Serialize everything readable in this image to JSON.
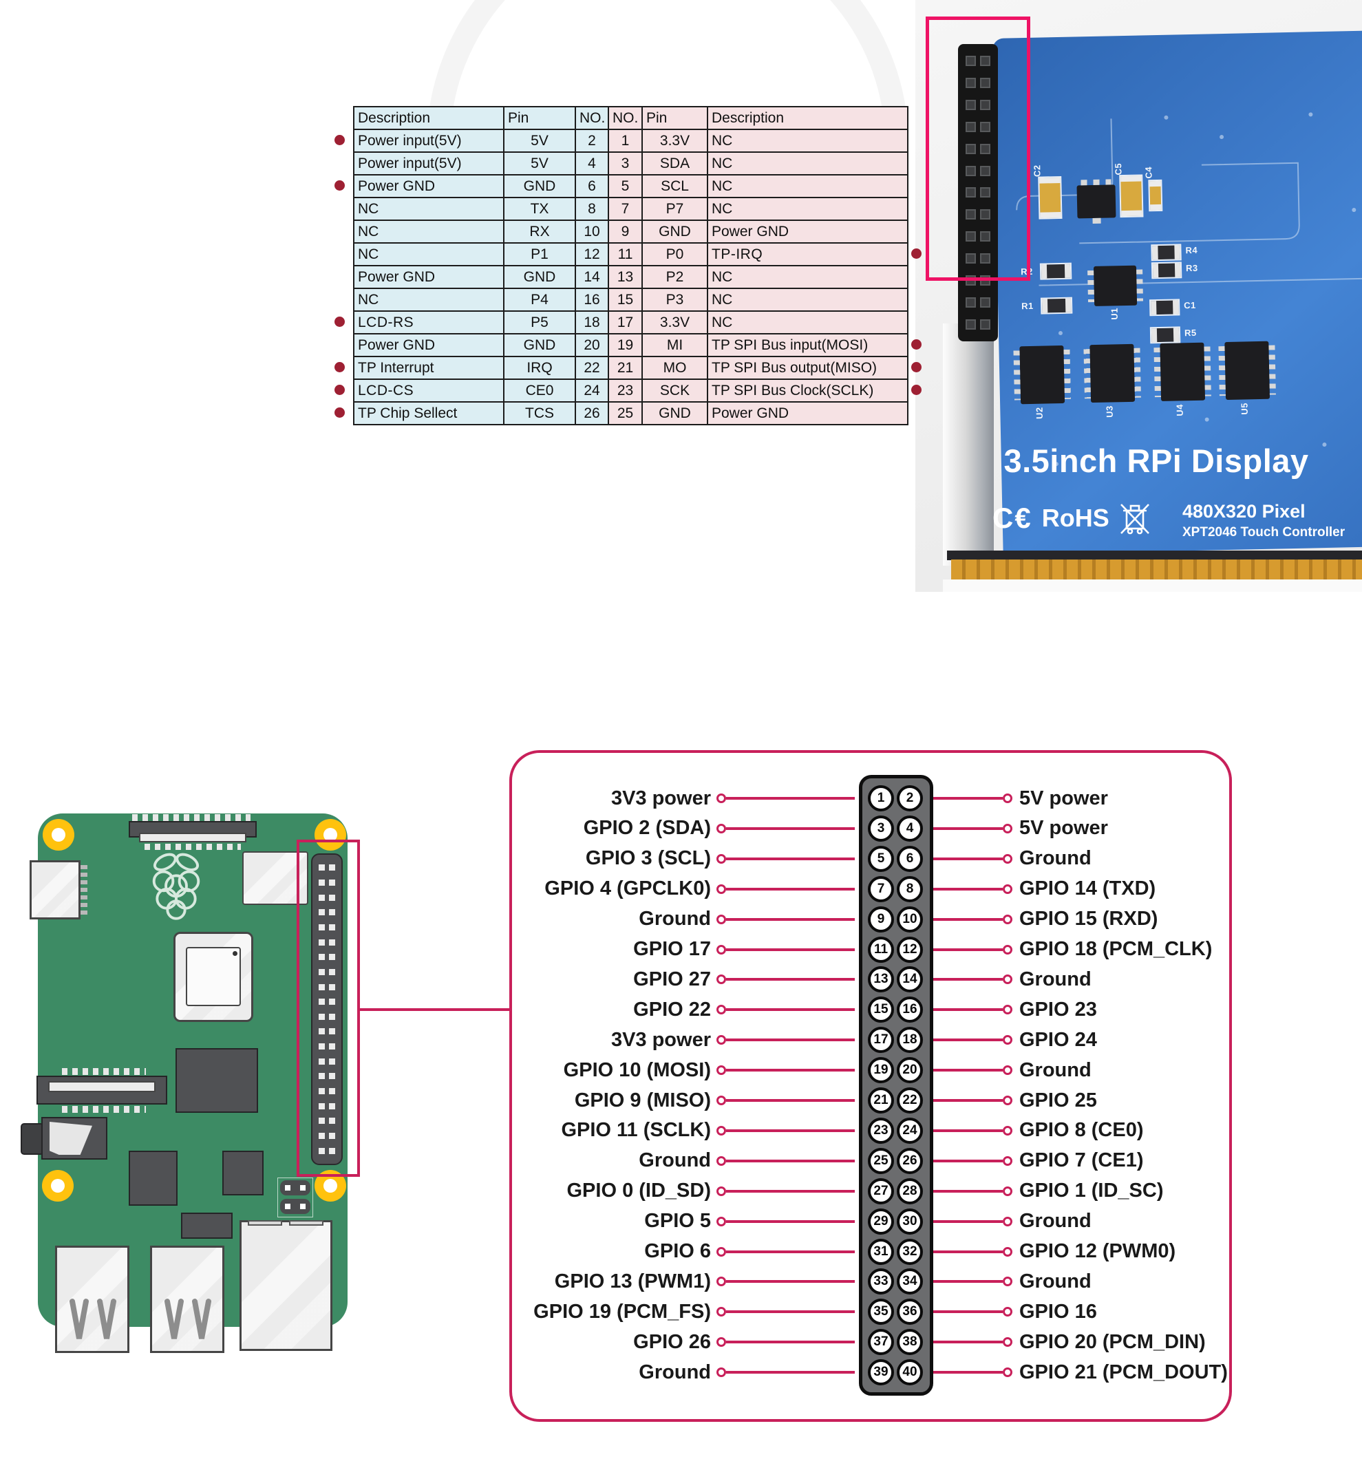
{
  "colors": {
    "accent_pink": "#c8205a",
    "photo_callout_pink": "#ee1365",
    "table_blue": "#dceef3",
    "table_pink": "#f6e2e4",
    "marker_dot_red": "#9e2033",
    "board_green": "#3d8b64",
    "pcb_blue": "#3b77c6",
    "mount_hole_gold": "#ffc20e"
  },
  "pin_table": {
    "headers": [
      "Description",
      "Pin",
      "NO.",
      "NO.",
      "Pin",
      "Description"
    ],
    "rows": [
      {
        "desc_l": "Power input(5V)",
        "pin_l": "5V",
        "no_l": "2",
        "no_r": "1",
        "pin_r": "3.3V",
        "desc_r": "NC",
        "dot_l": true,
        "dot_r": false,
        "bold_l": false,
        "bold_r": false
      },
      {
        "desc_l": "Power input(5V)",
        "pin_l": "5V",
        "no_l": "4",
        "no_r": "3",
        "pin_r": "SDA",
        "desc_r": "NC",
        "dot_l": false,
        "dot_r": false,
        "bold_l": false,
        "bold_r": false
      },
      {
        "desc_l": "Power GND",
        "pin_l": "GND",
        "no_l": "6",
        "no_r": "5",
        "pin_r": "SCL",
        "desc_r": "NC",
        "dot_l": true,
        "dot_r": false,
        "bold_l": false,
        "bold_r": false
      },
      {
        "desc_l": "NC",
        "pin_l": "TX",
        "no_l": "8",
        "no_r": "7",
        "pin_r": "P7",
        "desc_r": "NC",
        "dot_l": false,
        "dot_r": false,
        "bold_l": false,
        "bold_r": false
      },
      {
        "desc_l": "NC",
        "pin_l": "RX",
        "no_l": "10",
        "no_r": "9",
        "pin_r": "GND",
        "desc_r": "Power GND",
        "dot_l": false,
        "dot_r": false,
        "bold_l": false,
        "bold_r": false
      },
      {
        "desc_l": "NC",
        "pin_l": "P1",
        "no_l": "12",
        "no_r": "11",
        "pin_r": "P0",
        "desc_r": "TP-IRQ",
        "dot_l": false,
        "dot_r": true,
        "bold_l": false,
        "bold_r": true
      },
      {
        "desc_l": "Power GND",
        "pin_l": "GND",
        "no_l": "14",
        "no_r": "13",
        "pin_r": "P2",
        "desc_r": "NC",
        "dot_l": false,
        "dot_r": false,
        "bold_l": false,
        "bold_r": false
      },
      {
        "desc_l": "NC",
        "pin_l": "P4",
        "no_l": "16",
        "no_r": "15",
        "pin_r": "P3",
        "desc_r": "NC",
        "dot_l": false,
        "dot_r": false,
        "bold_l": false,
        "bold_r": false
      },
      {
        "desc_l": "LCD-RS",
        "pin_l": "P5",
        "no_l": "18",
        "no_r": "17",
        "pin_r": "3.3V",
        "desc_r": "NC",
        "dot_l": true,
        "dot_r": false,
        "bold_l": true,
        "bold_r": false
      },
      {
        "desc_l": "Power GND",
        "pin_l": "GND",
        "no_l": "20",
        "no_r": "19",
        "pin_r": "MI",
        "desc_r": "TP SPI Bus input(MOSI)",
        "dot_l": false,
        "dot_r": true,
        "bold_l": false,
        "bold_r": false
      },
      {
        "desc_l": "TP Interrupt",
        "pin_l": "IRQ",
        "no_l": "22",
        "no_r": "21",
        "pin_r": "MO",
        "desc_r": "TP SPI Bus output(MISO)",
        "dot_l": true,
        "dot_r": true,
        "bold_l": false,
        "bold_r": false
      },
      {
        "desc_l": "LCD-CS",
        "pin_l": "CE0",
        "no_l": "24",
        "no_r": "23",
        "pin_r": "SCK",
        "desc_r": "TP SPI Bus Clock(SCLK)",
        "dot_l": true,
        "dot_r": true,
        "bold_l": true,
        "bold_r": false
      },
      {
        "desc_l": "TP Chip Sellect",
        "pin_l": "TCS",
        "no_l": "26",
        "no_r": "25",
        "pin_r": "GND",
        "desc_r": "Power GND",
        "dot_l": true,
        "dot_r": false,
        "bold_l": false,
        "bold_r": false
      }
    ]
  },
  "photo": {
    "title": "3.5inch RPi Display",
    "ce_mark": "C€",
    "rohs_mark": "RoHS",
    "spec_pixels": "480X320 Pixel",
    "spec_controller": "XPT2046 Touch Controller",
    "component_labels": {
      "c2": "C2",
      "c5": "C5",
      "c4": "C4",
      "r2": "R2",
      "r1": "R1",
      "r4": "R4",
      "r3": "R3",
      "c1": "C1",
      "r5": "R5",
      "u1": "U1",
      "u2": "U2",
      "u3": "U3",
      "u4": "U4",
      "u5": "U5"
    }
  },
  "pinout": {
    "rows": [
      {
        "label_l": "3V3 power",
        "pin_l": "1",
        "pin_r": "2",
        "label_r": "5V power"
      },
      {
        "label_l": "GPIO 2 (SDA)",
        "pin_l": "3",
        "pin_r": "4",
        "label_r": "5V power"
      },
      {
        "label_l": "GPIO 3 (SCL)",
        "pin_l": "5",
        "pin_r": "6",
        "label_r": "Ground"
      },
      {
        "label_l": "GPIO 4 (GPCLK0)",
        "pin_l": "7",
        "pin_r": "8",
        "label_r": "GPIO 14 (TXD)"
      },
      {
        "label_l": "Ground",
        "pin_l": "9",
        "pin_r": "10",
        "label_r": "GPIO 15 (RXD)"
      },
      {
        "label_l": "GPIO 17",
        "pin_l": "11",
        "pin_r": "12",
        "label_r": "GPIO 18 (PCM_CLK)"
      },
      {
        "label_l": "GPIO 27",
        "pin_l": "13",
        "pin_r": "14",
        "label_r": "Ground"
      },
      {
        "label_l": "GPIO 22",
        "pin_l": "15",
        "pin_r": "16",
        "label_r": "GPIO 23"
      },
      {
        "label_l": "3V3 power",
        "pin_l": "17",
        "pin_r": "18",
        "label_r": "GPIO 24"
      },
      {
        "label_l": "GPIO 10 (MOSI)",
        "pin_l": "19",
        "pin_r": "20",
        "label_r": "Ground"
      },
      {
        "label_l": "GPIO 9 (MISO)",
        "pin_l": "21",
        "pin_r": "22",
        "label_r": "GPIO 25"
      },
      {
        "label_l": "GPIO 11 (SCLK)",
        "pin_l": "23",
        "pin_r": "24",
        "label_r": "GPIO 8 (CE0)"
      },
      {
        "label_l": "Ground",
        "pin_l": "25",
        "pin_r": "26",
        "label_r": "GPIO 7 (CE1)"
      },
      {
        "label_l": "GPIO 0 (ID_SD)",
        "pin_l": "27",
        "pin_r": "28",
        "label_r": "GPIO 1 (ID_SC)"
      },
      {
        "label_l": "GPIO 5",
        "pin_l": "29",
        "pin_r": "30",
        "label_r": "Ground"
      },
      {
        "label_l": "GPIO 6",
        "pin_l": "31",
        "pin_r": "32",
        "label_r": "GPIO 12 (PWM0)"
      },
      {
        "label_l": "GPIO 13 (PWM1)",
        "pin_l": "33",
        "pin_r": "34",
        "label_r": "Ground"
      },
      {
        "label_l": "GPIO 19 (PCM_FS)",
        "pin_l": "35",
        "pin_r": "36",
        "label_r": "GPIO 16"
      },
      {
        "label_l": "GPIO 26",
        "pin_l": "37",
        "pin_r": "38",
        "label_r": "GPIO 20 (PCM_DIN)"
      },
      {
        "label_l": "Ground",
        "pin_l": "39",
        "pin_r": "40",
        "label_r": "GPIO 21 (PCM_DOUT)"
      }
    ]
  }
}
